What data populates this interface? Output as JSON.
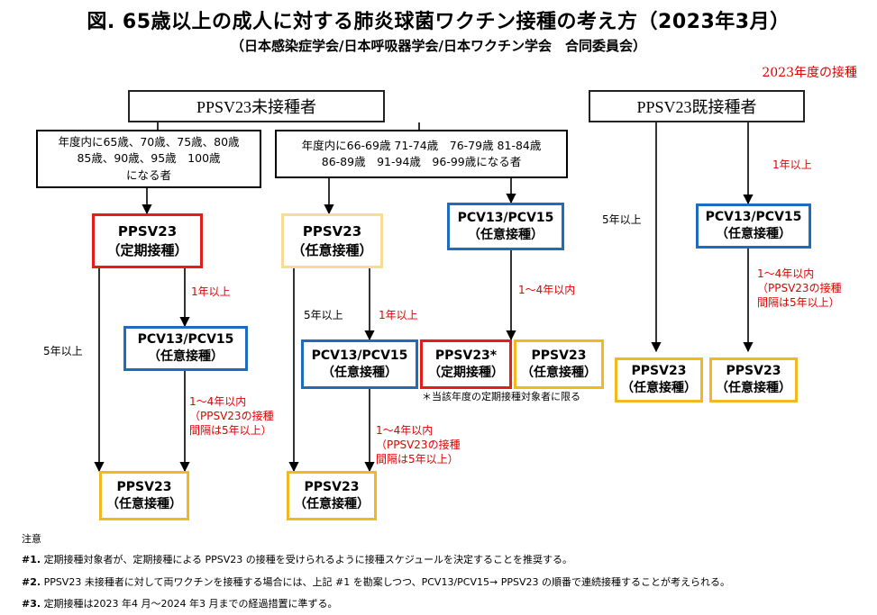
{
  "title": "図. 65歳以上の成人に対する肺炎球菌ワクチン接種の考え方（2023年3月）",
  "subtitle": "（日本感染症学会/日本呼吸器学会/日本ワクチン学会　合同委員会）",
  "year_note": "2023年度の接種",
  "headers": {
    "unvaccinated": "PPSV23未接種者",
    "vaccinated": "PPSV23既接種者"
  },
  "groups": {
    "a": {
      "line1": "年度内に65歳、70歳、75歳、80歳",
      "line2": "85歳、90歳、95歳　100歳",
      "line3": "になる者"
    },
    "b": {
      "line1": "年度内に66-69歳 71-74歳　76-79歳 81-84歳",
      "line2": "86-89歳　91-94歳　96-99歳になる者"
    }
  },
  "nodes": {
    "a_ppsv": {
      "name": "PPSV23",
      "sub": "（定期接種）"
    },
    "a_pcv": {
      "name": "PCV13/PCV15",
      "sub": "（任意接種）"
    },
    "a_final": {
      "name": "PPSV23",
      "sub": "（任意接種）"
    },
    "b_ppsv": {
      "name": "PPSV23",
      "sub": "（任意接種）"
    },
    "b_pcv": {
      "name": "PCV13/PCV15",
      "sub": "（任意接種）"
    },
    "b_final": {
      "name": "PPSV23",
      "sub": "（任意接種）"
    },
    "c_pcv": {
      "name": "PCV13/PCV15",
      "sub": "（任意接種）"
    },
    "c_teiki": {
      "name": "PPSV23*",
      "sub": "（定期接種）"
    },
    "c_nini": {
      "name": "PPSV23",
      "sub": "（任意接種）"
    },
    "d_pcv": {
      "name": "PCV13/PCV15",
      "sub": "（任意接種）"
    },
    "d_left": {
      "name": "PPSV23",
      "sub": "（任意接種）"
    },
    "d_right": {
      "name": "PPSV23",
      "sub": "（任意接種）"
    }
  },
  "labels": {
    "five_years": "5年以上",
    "one_year": "1年以上",
    "one_to_four": "1～4年以内",
    "interval_line1": "（PPSV23の接種",
    "interval_line2": "間隔は5年以上）"
  },
  "footnote_star": "＊当該年度の定期接種対象者に限る",
  "notes": {
    "heading": "注意",
    "n1_tag": "#1.",
    "n1_text": "定期接種対象者が、定期接種による PPSV23 の接種を受けられるように接種スケジュールを決定することを推奨する。",
    "n2_tag": "#2.",
    "n2_text": "PPSV23 未接種者に対して両ワクチンを接種する場合には、上記 #1 を勘案しつつ、PCV13/PCV15→ PPSV23 の順番で連続接種することが考えられる。",
    "n3_tag": "#3.",
    "n3_text": "定期接種は2023 年4 月～2024 年3 月までの経過措置に準ずる。"
  },
  "colors": {
    "routine_red": "#e51c1c",
    "pcv_blue": "#1e6cc0",
    "optional_yellow": "#f3b81f",
    "optional_pale": "#f6dc94",
    "note_red": "#e00000"
  }
}
